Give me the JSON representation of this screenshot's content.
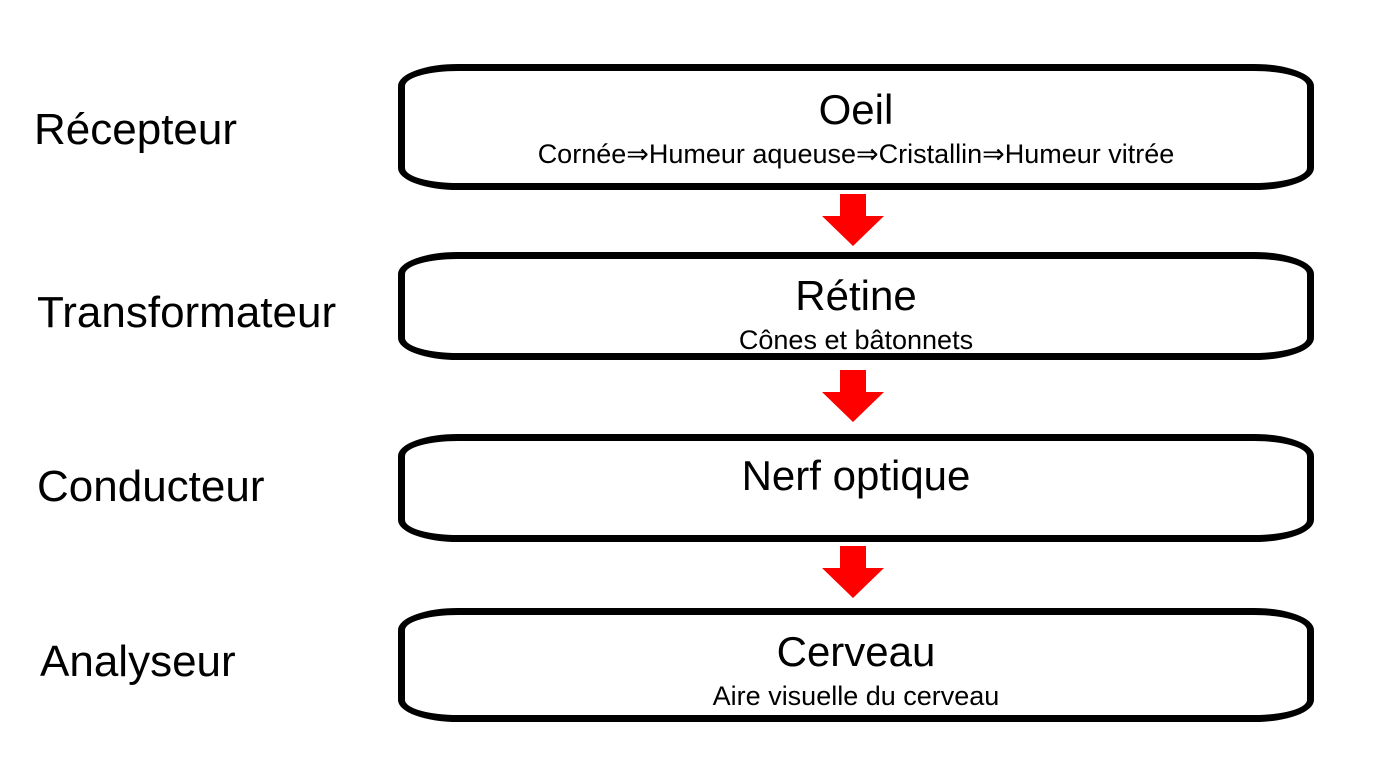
{
  "accent_color": "#ff0000",
  "roles": [
    {
      "label": "Récepteur"
    },
    {
      "label": "Transformateur"
    },
    {
      "label": "Conducteur"
    },
    {
      "label": "Analyseur"
    }
  ],
  "stages": [
    {
      "title": "Oeil",
      "detail": "Cornée⇒Humeur aqueuse⇒Cristallin⇒Humeur vitrée"
    },
    {
      "title": "Rétine",
      "detail": "Cônes et bâtonnets"
    },
    {
      "title": "Nerf optique",
      "detail": ""
    },
    {
      "title": "Cerveau",
      "detail": "Aire visuelle du cerveau"
    }
  ],
  "arrows": [
    {
      "icon": "down-arrow-icon",
      "color": "#ff0000"
    },
    {
      "icon": "down-arrow-icon",
      "color": "#ff0000"
    },
    {
      "icon": "down-arrow-icon",
      "color": "#ff0000"
    }
  ]
}
